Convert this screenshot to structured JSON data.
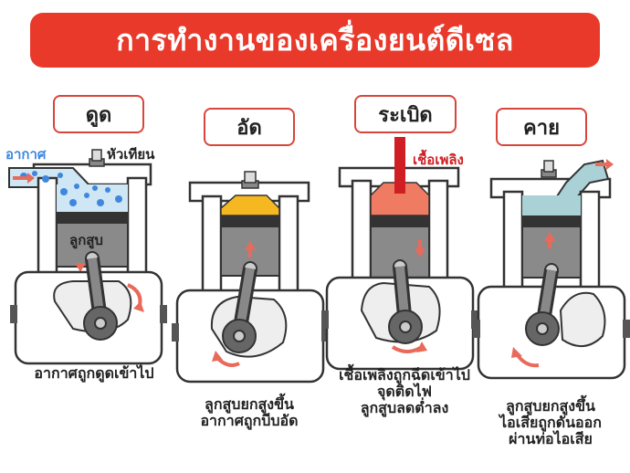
{
  "title": "การทำงานของเครื่องยนต์ดีเซล",
  "colors": {
    "accent": "#e8392b",
    "air": "#4b8fe0",
    "compress": "#f6b820",
    "fire": "#ef7b63",
    "exhaust": "#a9d1d6"
  },
  "strokes": [
    {
      "name": "ดูด",
      "caption": [
        "อากาศถูกดูดเข้าไป"
      ]
    },
    {
      "name": "อัด",
      "caption": [
        "ลูกสูบยกสูงขึ้น",
        "อากาศถูกบีบอัด"
      ]
    },
    {
      "name": "ระเบิด",
      "caption": [
        "เชื้อเพลิงถูกฉีดเข้าไป",
        "จุดติดไฟ",
        "ลูกสูบลดต่ำลง"
      ]
    },
    {
      "name": "คาย",
      "caption": [
        "ลูกสูบยกสูงขึ้น",
        "ไอเสียถูกดันออก",
        "ผ่านท่อไอเสีย"
      ]
    }
  ],
  "labels": {
    "air": "อากาศ",
    "plug": "หัวเทียน",
    "piston": "ลูกสูบ",
    "fuel": "เชื้อเพลิง"
  }
}
